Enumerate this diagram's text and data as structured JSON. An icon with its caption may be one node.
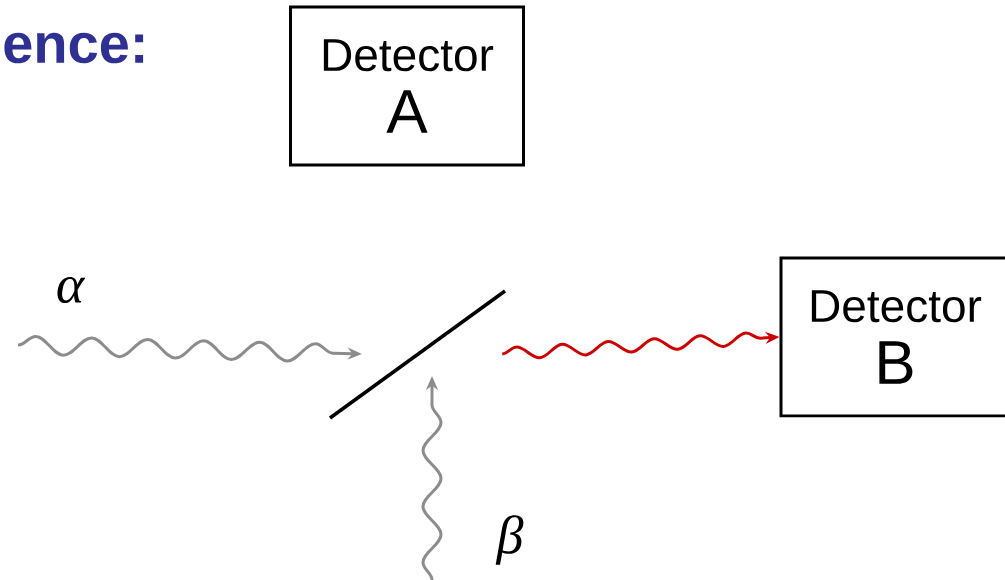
{
  "diagram": {
    "title": "ence:",
    "nodes": [
      {
        "text": [
          "Detector",
          "A"
        ]
      },
      {
        "text": [
          "Detector",
          "B"
        ]
      },
      {
        "text": [],
        "shape": "bar"
      }
    ],
    "edges": [
      {
        "from": null,
        "to": 2,
        "arrow": "to",
        "label": "α"
      },
      {
        "from": null,
        "to": 2,
        "arrow": "to",
        "label": "β"
      },
      {
        "from": 2,
        "to": 1,
        "arrow": "to",
        "color": "#cc0000"
      }
    ]
  }
}
